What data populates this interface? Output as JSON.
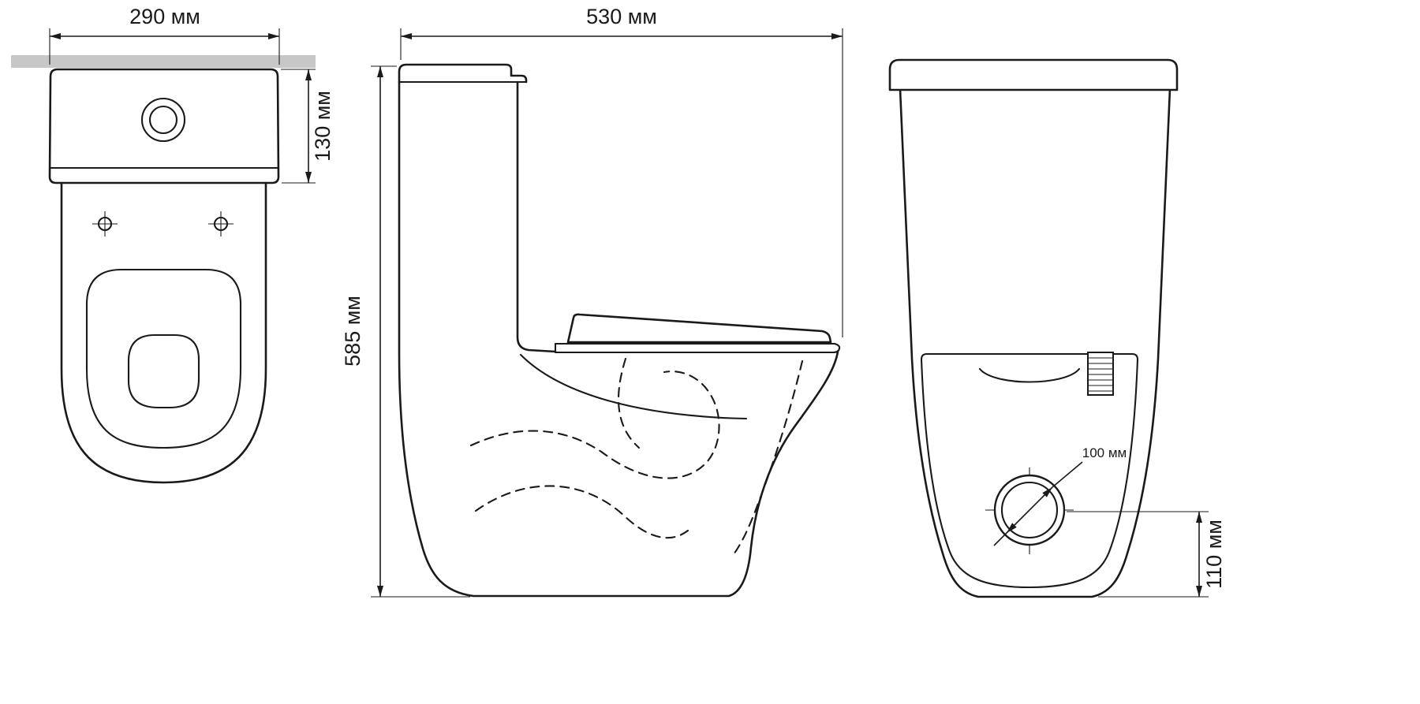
{
  "drawing": {
    "colors": {
      "line": "#1a1a1a",
      "background": "#ffffff",
      "wall_bar": "#c7c7c7"
    },
    "top_view": {
      "tank_width_dim": "290 мм",
      "tank_depth_dim": "130 мм"
    },
    "side_view": {
      "overall_depth_dim": "530 мм",
      "overall_height_dim": "585 мм"
    },
    "rear_view": {
      "outlet_diameter_dim": "100 мм",
      "outlet_height_dim": "110 мм"
    }
  }
}
